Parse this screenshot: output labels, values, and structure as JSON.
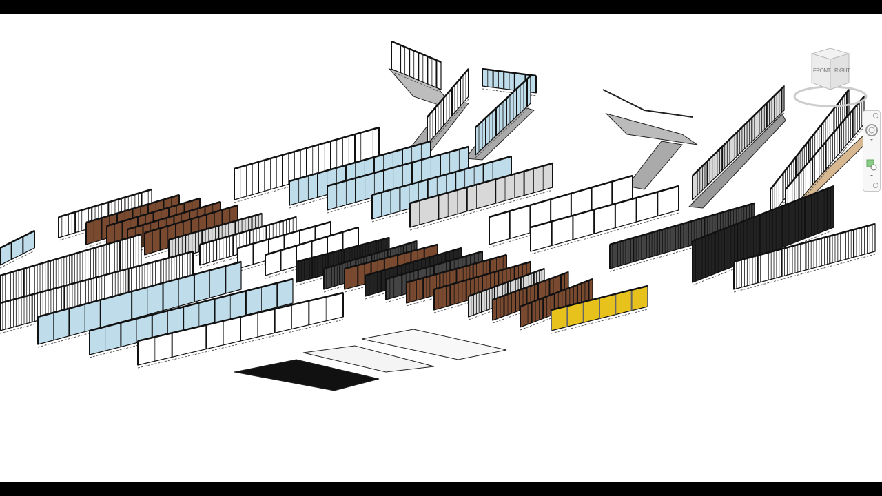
{
  "view": {
    "type": "3D view",
    "background": "#ffffff",
    "letterbox": "#000000"
  },
  "viewcube": {
    "front_label": "FRONT",
    "right_label": "RIGHT"
  },
  "navigation_bar": {
    "items": [
      {
        "name": "close",
        "icon": "close-icon"
      },
      {
        "name": "full-navigation-wheel",
        "icon": "steering-wheel-icon"
      },
      {
        "name": "zoom-region",
        "icon": "zoom-icon"
      }
    ]
  },
  "colors": {
    "glass": "#bfdcea",
    "wood": "#7a4a30",
    "metal": "#222222",
    "yellow": "#e8c21c",
    "concrete": "#bdbdbd"
  }
}
